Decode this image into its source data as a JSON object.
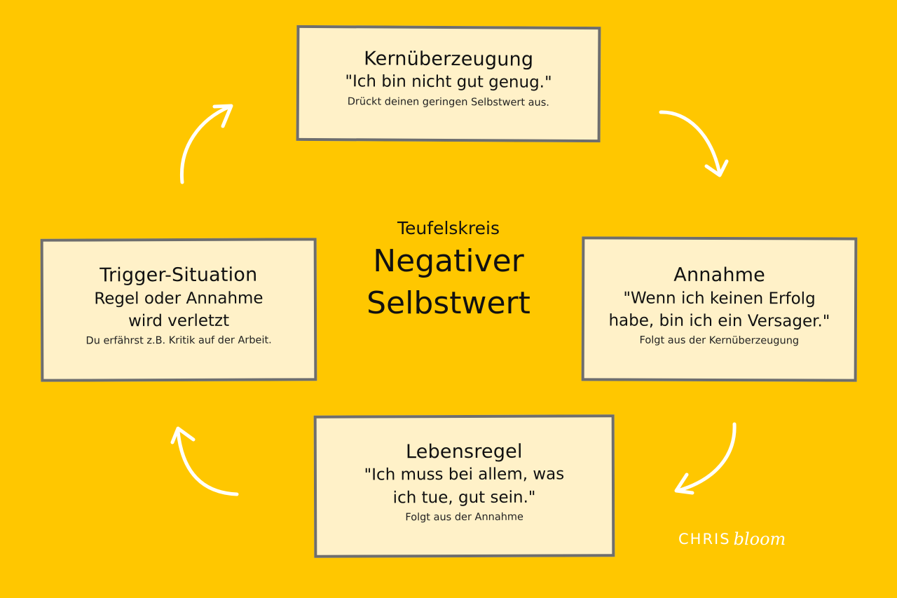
{
  "center": {
    "subtitle": "Teufelskreis",
    "title_line1": "Negativer",
    "title_line2": "Selbstwert"
  },
  "boxes": [
    {
      "id": "kernueberzeugung",
      "title": "Kernüberzeugung",
      "quote_lines": [
        "\"Ich bin nicht gut genug.\""
      ],
      "note": "Drückt deinen geringen Selbstwert aus."
    },
    {
      "id": "annahme",
      "title": "Annahme",
      "quote_lines": [
        "\"Wenn ich keinen Erfolg",
        "habe, bin ich ein Versager.\""
      ],
      "note": "Folgt aus der Kernüberzeugung"
    },
    {
      "id": "lebensregel",
      "title": "Lebensregel",
      "quote_lines": [
        "\"Ich muss bei allem, was",
        "ich tue, gut sein.\""
      ],
      "note": "Folgt aus der Annahme"
    },
    {
      "id": "trigger",
      "title": "Trigger-Situation",
      "quote_lines": [
        "Regel oder Annahme",
        "wird verletzt"
      ],
      "note": "Du erfährst z.B. Kritik auf der Arbeit."
    }
  ],
  "arrows": [
    {
      "from": "kernueberzeugung",
      "to": "annahme",
      "icon": "curved-arrow-down-right-icon"
    },
    {
      "from": "annahme",
      "to": "lebensregel",
      "icon": "curved-arrow-down-left-icon"
    },
    {
      "from": "lebensregel",
      "to": "trigger",
      "icon": "curved-arrow-up-left-icon"
    },
    {
      "from": "trigger",
      "to": "kernueberzeugung",
      "icon": "curved-arrow-up-right-icon"
    }
  ],
  "logo": {
    "brand": "CHRIS",
    "script": "bloom"
  },
  "colors": {
    "background": "#FFC700",
    "box_fill": "#FFF1C8",
    "box_border": "#6E6E6E",
    "text": "#111111",
    "arrow": "#FFFFFF"
  }
}
